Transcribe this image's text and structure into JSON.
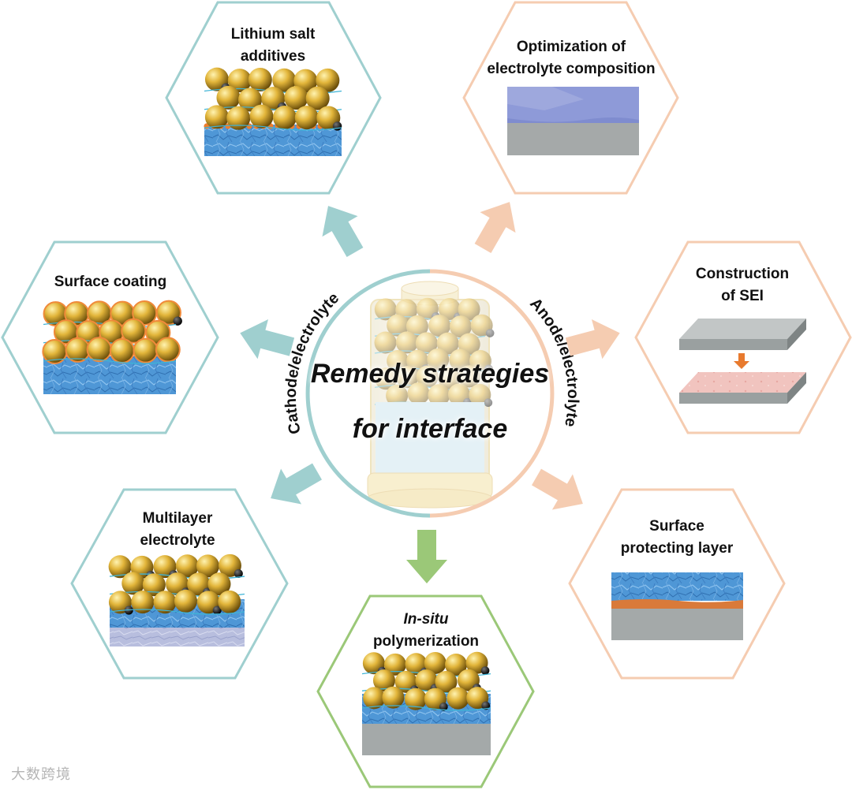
{
  "center": {
    "title_line1": "Remedy strategies",
    "title_line2": "for interface",
    "left_arc_label": "Cathode/electrolyte",
    "right_arc_label": "Anode/electrolyte"
  },
  "strategies": [
    {
      "line1": "Lithium salt",
      "line2": "additives",
      "side": "cathode"
    },
    {
      "line1": "Optimization of",
      "line2": "electrolyte composition",
      "side": "anode"
    },
    {
      "line1": "Surface coating",
      "line2": "",
      "side": "cathode"
    },
    {
      "line1": "Construction",
      "line2": "of SEI",
      "side": "anode"
    },
    {
      "line1": "Multilayer",
      "line2": "electrolyte",
      "side": "cathode"
    },
    {
      "line1": "Surface",
      "line2": "protecting layer",
      "side": "anode"
    },
    {
      "line1_italic": "In-situ",
      "line2": "polymerization",
      "side": "both"
    }
  ],
  "colors": {
    "cathode": "#9fcfcf",
    "anode": "#f5ccb1",
    "in_situ": "#9bc878",
    "sei_arrow": "#e87a2e",
    "electrolyte_blue": "#4f97d6",
    "particle_gold": "#d6a52a",
    "current_collector_gray": "#a4a9a9",
    "protect_orange": "#d97a3a"
  },
  "watermark": "大数跨境"
}
